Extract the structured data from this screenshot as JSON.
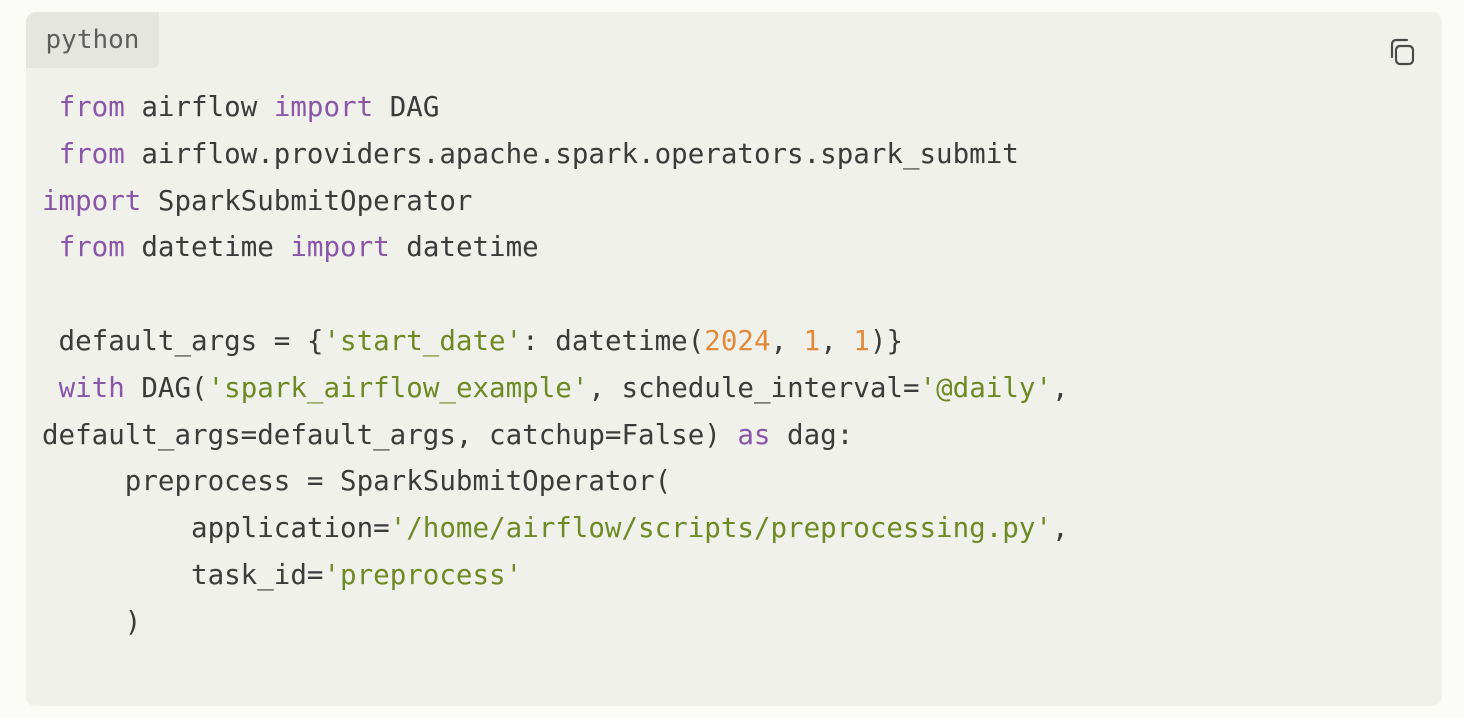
{
  "code_block": {
    "language": "python",
    "copy_icon": "copy-icon",
    "colors": {
      "background": "#f1f1ec",
      "keyword": "#8a57a8",
      "string": "#6f8a24",
      "number": "#e08a3a",
      "text": "#3b3b3b"
    },
    "lines": [
      [
        {
          "t": " "
        },
        {
          "t": "from",
          "c": "kw"
        },
        {
          "t": " airflow "
        },
        {
          "t": "import",
          "c": "kw"
        },
        {
          "t": " DAG"
        }
      ],
      [
        {
          "t": " "
        },
        {
          "t": "from",
          "c": "kw"
        },
        {
          "t": " airflow.providers.apache.spark.operators.spark_submit"
        }
      ],
      [
        {
          "t": "import",
          "c": "kw"
        },
        {
          "t": " SparkSubmitOperator"
        }
      ],
      [
        {
          "t": " "
        },
        {
          "t": "from",
          "c": "kw"
        },
        {
          "t": " datetime "
        },
        {
          "t": "import",
          "c": "kw"
        },
        {
          "t": " datetime"
        }
      ],
      [],
      [
        {
          "t": " default_args = {"
        },
        {
          "t": "'start_date'",
          "c": "str"
        },
        {
          "t": ": datetime("
        },
        {
          "t": "2024",
          "c": "num"
        },
        {
          "t": ", "
        },
        {
          "t": "1",
          "c": "num"
        },
        {
          "t": ", "
        },
        {
          "t": "1",
          "c": "num"
        },
        {
          "t": ")}"
        }
      ],
      [
        {
          "t": " "
        },
        {
          "t": "with",
          "c": "kw"
        },
        {
          "t": " DAG("
        },
        {
          "t": "'spark_airflow_example'",
          "c": "str"
        },
        {
          "t": ", schedule_interval="
        },
        {
          "t": "'@daily'",
          "c": "str"
        },
        {
          "t": ","
        }
      ],
      [
        {
          "t": "default_args=default_args, catchup=False) "
        },
        {
          "t": "as",
          "c": "kw"
        },
        {
          "t": " dag:"
        }
      ],
      [
        {
          "t": "     preprocess = SparkSubmitOperator("
        }
      ],
      [
        {
          "t": "         application="
        },
        {
          "t": "'/home/airflow/scripts/preprocessing.py'",
          "c": "str"
        },
        {
          "t": ","
        }
      ],
      [
        {
          "t": "         task_id="
        },
        {
          "t": "'preprocess'",
          "c": "str"
        }
      ],
      [
        {
          "t": "     )"
        }
      ]
    ]
  }
}
